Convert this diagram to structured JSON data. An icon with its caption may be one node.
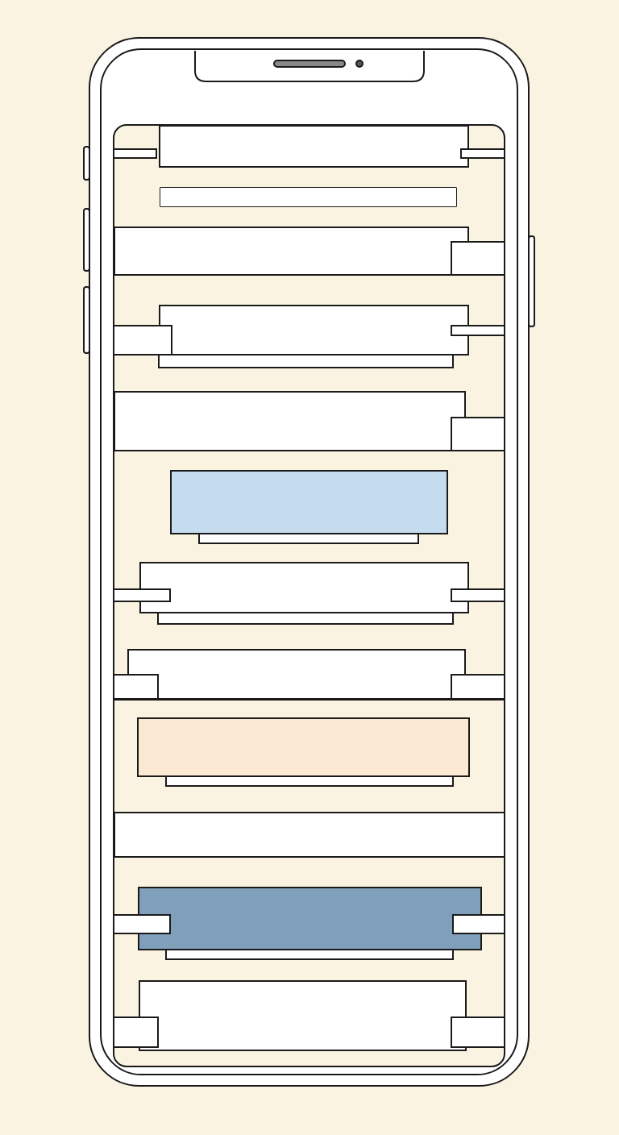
{
  "diagram": {
    "nodes": [
      {
        "text": [],
        "shape": "box"
      },
      {
        "text": [],
        "shape": "bar"
      },
      {
        "text": [],
        "shape": "box"
      },
      {
        "text": [],
        "shape": "box"
      },
      {
        "text": [],
        "shape": "box"
      },
      {
        "text": [],
        "shape": "box"
      },
      {
        "text": [],
        "shape": "box"
      },
      {
        "text": [],
        "shape": "box"
      },
      {
        "text": [],
        "shape": "box"
      },
      {
        "text": [],
        "shape": "box"
      },
      {
        "text": [],
        "shape": "box"
      },
      {
        "text": [],
        "shape": "box"
      }
    ]
  }
}
